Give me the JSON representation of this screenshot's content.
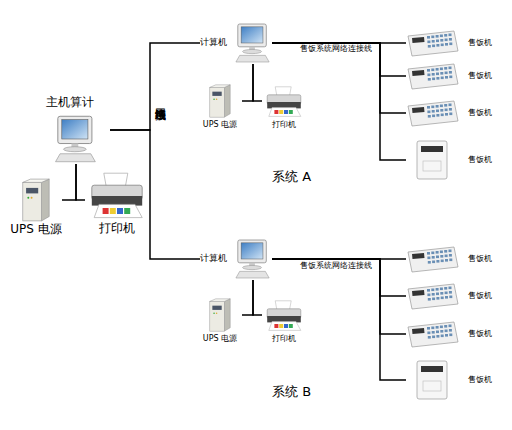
{
  "diagram": {
    "nodes": [
      {
        "text": [
          "主机算计"
        ]
      },
      {
        "text": [
          "UPS 电源"
        ]
      },
      {
        "text": [
          "打印机"
        ]
      },
      {
        "text": [
          "计算机"
        ]
      },
      {
        "text": [
          "UPS 电源"
        ]
      },
      {
        "text": [
          "打印机"
        ]
      },
      {
        "text": [
          "售饭机"
        ]
      },
      {
        "text": [
          "售饭机"
        ]
      },
      {
        "text": [
          "售饭机"
        ]
      },
      {
        "text": [
          "售饭机"
        ]
      },
      {
        "text": [
          "计算机"
        ]
      },
      {
        "text": [
          "UPS 电源"
        ]
      },
      {
        "text": [
          "打印机"
        ]
      },
      {
        "text": [
          "售饭机"
        ]
      },
      {
        "text": [
          "售饭机"
        ]
      },
      {
        "text": [
          "售饭机"
        ]
      },
      {
        "text": [
          "售饭机"
        ]
      }
    ],
    "edges": [
      {
        "from": 0,
        "to": 1,
        "arrow": "none"
      },
      {
        "from": 0,
        "to": 2,
        "arrow": "none"
      },
      {
        "from": 0,
        "to": 3,
        "arrow": "none"
      },
      {
        "from": 0,
        "to": 10,
        "arrow": "none"
      },
      {
        "from": 3,
        "to": 4,
        "arrow": "none"
      },
      {
        "from": 3,
        "to": 5,
        "arrow": "none"
      },
      {
        "from": 3,
        "to": 6,
        "arrow": "none"
      },
      {
        "from": 3,
        "to": 7,
        "arrow": "none"
      },
      {
        "from": 3,
        "to": 8,
        "arrow": "none"
      },
      {
        "from": 3,
        "to": 9,
        "arrow": "none"
      },
      {
        "from": 10,
        "to": 11,
        "arrow": "none"
      },
      {
        "from": 10,
        "to": 12,
        "arrow": "none"
      },
      {
        "from": 10,
        "to": 13,
        "arrow": "none"
      },
      {
        "from": 10,
        "to": 14,
        "arrow": "none"
      },
      {
        "from": 10,
        "to": 15,
        "arrow": "none"
      },
      {
        "from": 10,
        "to": 16,
        "arrow": "none"
      }
    ],
    "labels": [
      "局域网络连接线",
      "系统 A",
      "售饭系统网络连接线",
      "系统 B",
      "售饭系统网络连接线"
    ]
  }
}
